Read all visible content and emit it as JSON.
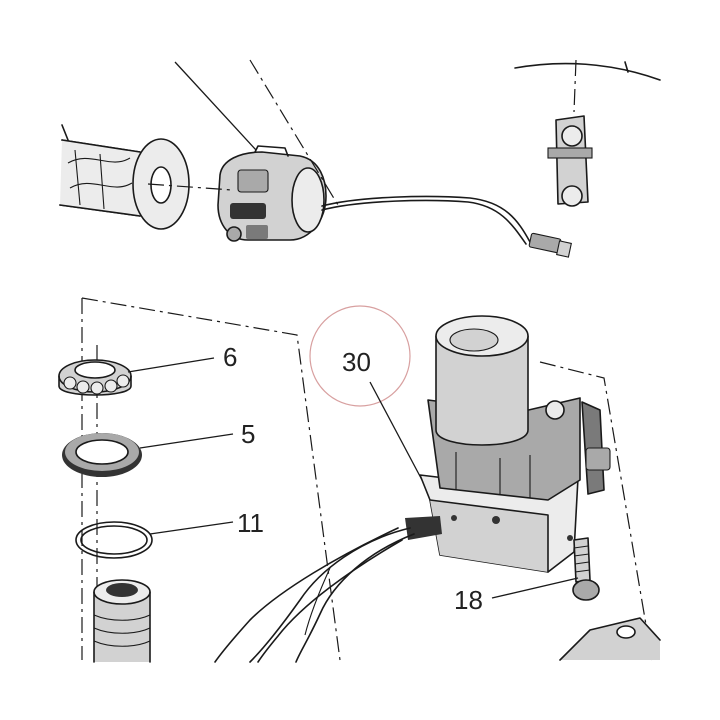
{
  "callouts": {
    "part_30": "30",
    "part_6": "6",
    "part_5": "5",
    "part_11": "11",
    "part_18": "18"
  },
  "highlight": {
    "part": "30",
    "color": "#d8a0a0"
  }
}
